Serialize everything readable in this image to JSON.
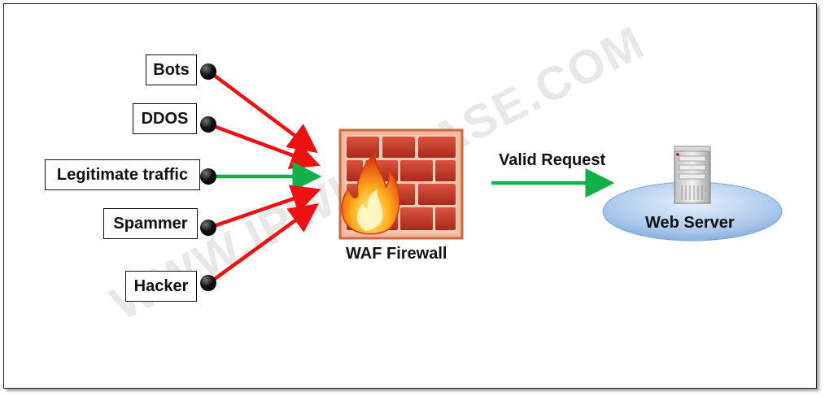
{
  "sources": [
    {
      "label": "Bots",
      "traffic": "malicious"
    },
    {
      "label": "DDOS",
      "traffic": "malicious"
    },
    {
      "label": "Legitimate traffic",
      "traffic": "valid"
    },
    {
      "label": "Spammer",
      "traffic": "malicious"
    },
    {
      "label": "Hacker",
      "traffic": "malicious"
    }
  ],
  "firewall": {
    "label": "WAF Firewall"
  },
  "flow": {
    "label": "Valid Request"
  },
  "server": {
    "label": "Web Server"
  },
  "watermark": "WWW.IPWITHEASE.COM",
  "colors": {
    "malicious_arrow": "#ee1111",
    "valid_arrow": "#10b04a",
    "brick": "#c0392b",
    "wall_frame": "#e8956b",
    "server_ellipse": "#aac8ee"
  }
}
